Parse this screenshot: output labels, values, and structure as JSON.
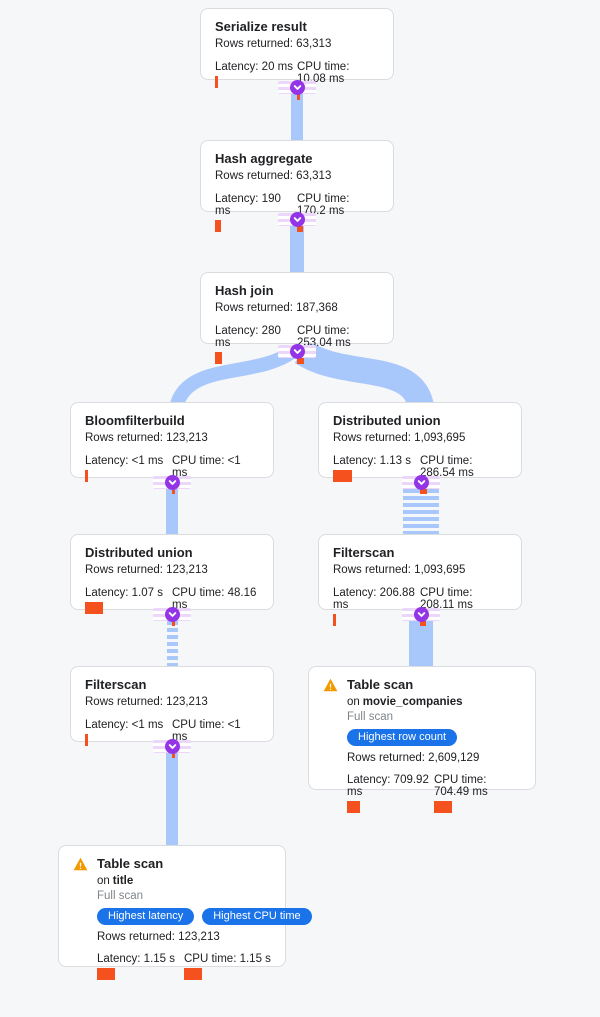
{
  "palette": {
    "background": "#f6f7f9",
    "edge_blue": "#a8c7fa",
    "accent_purple": "#9334e6",
    "metric_bar_orange": "#f4511e",
    "badge_blue": "#1a73e8",
    "warning_orange": "#f29900",
    "node_border": "#dadce0"
  },
  "nodes": {
    "serialize_result": {
      "title": "Serialize result",
      "rows": "Rows returned: 63,313",
      "latency": "Latency: 20 ms",
      "cpu": "CPU time: 10.08 ms",
      "latency_bar": 3,
      "cpu_bar": 3
    },
    "hash_aggregate": {
      "title": "Hash aggregate",
      "rows": "Rows returned: 63,313",
      "latency": "Latency: 190 ms",
      "cpu": "CPU time: 170.2 ms",
      "latency_bar": 6,
      "cpu_bar": 6
    },
    "hash_join": {
      "title": "Hash join",
      "rows": "Rows returned: 187,368",
      "latency": "Latency: 280 ms",
      "cpu": "CPU time: 253.04 ms",
      "latency_bar": 7,
      "cpu_bar": 7
    },
    "bloomfilterbuild": {
      "title": "Bloomfilterbuild",
      "rows": "Rows returned: 123,213",
      "latency": "Latency: <1 ms",
      "cpu": "CPU time: <1 ms",
      "latency_bar": 3,
      "cpu_bar": 3
    },
    "distributed_union_right": {
      "title": "Distributed union",
      "rows": "Rows returned: 1,093,695",
      "latency": "Latency: 1.13 s",
      "cpu": "CPU time: 286.54 ms",
      "latency_bar": 19,
      "cpu_bar": 7
    },
    "distributed_union_left": {
      "title": "Distributed union",
      "rows": "Rows returned: 123,213",
      "latency": "Latency: 1.07 s",
      "cpu": "CPU time: 48.16 ms",
      "latency_bar": 18,
      "cpu_bar": 3
    },
    "filterscan_right": {
      "title": "Filterscan",
      "rows": "Rows returned: 1,093,695",
      "latency": "Latency: 206.88 ms",
      "cpu": "CPU time: 208.11 ms",
      "latency_bar": 3,
      "cpu_bar": 6
    },
    "filterscan_left": {
      "title": "Filterscan",
      "rows": "Rows returned: 123,213",
      "latency": "Latency: <1 ms",
      "cpu": "CPU time: <1 ms",
      "latency_bar": 3,
      "cpu_bar": 3
    },
    "table_scan_right": {
      "title": "Table scan",
      "on_label": "on",
      "table": "movie_companies",
      "scan_type": "Full scan",
      "badges": [
        "Highest row count"
      ],
      "rows": "Rows returned: 2,609,129",
      "latency": "Latency: 709.92 ms",
      "cpu": "CPU time: 704.49 ms",
      "latency_bar": 13,
      "cpu_bar": 18
    },
    "table_scan_left": {
      "title": "Table scan",
      "on_label": "on",
      "table": "title",
      "scan_type": "Full scan",
      "badges": [
        "Highest latency",
        "Highest CPU time"
      ],
      "rows": "Rows returned: 123,213",
      "latency": "Latency: 1.15 s",
      "cpu": "CPU time: 1.15 s",
      "latency_bar": 18,
      "cpu_bar": 18
    }
  }
}
